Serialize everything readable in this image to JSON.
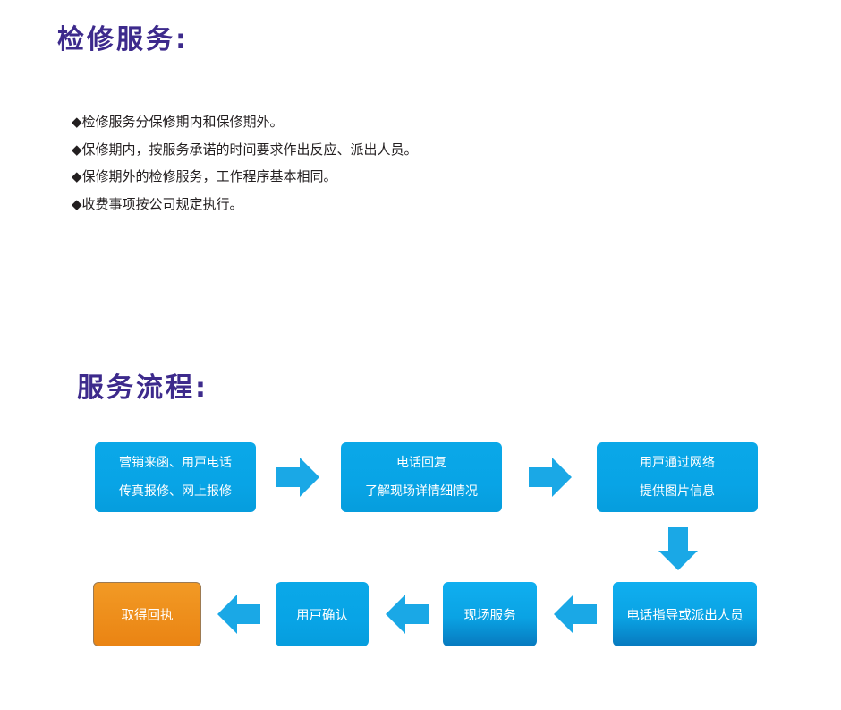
{
  "repair": {
    "title": "检修服务:",
    "bullets": [
      "◆检修服务分保修期内和保修期外。",
      "◆保修期内，按服务承诺的时间要求作出反应、派出人员。",
      "◆保修期外的检修服务，工作程序基本相同。",
      "◆收费事项按公司规定执行。"
    ]
  },
  "process": {
    "title": "服务流程:",
    "steps": [
      {
        "line1": "营销来函、用戸电话",
        "line2": "传真报修、网上报修"
      },
      {
        "line1": "电话回复",
        "line2": "了解现场详情细情况"
      },
      {
        "line1": "用戸通过网络",
        "line2": "提供图片信息"
      },
      {
        "label": "电话指导或派出人员"
      },
      {
        "label": "现场服务"
      },
      {
        "label": "用戸确认"
      },
      {
        "label": "取得回执"
      }
    ]
  },
  "colors": {
    "title": "#3d2a8c",
    "step_blue": "#08a4e6",
    "step_orange": "#ee8a1a",
    "arrow_blue": "#1aa8e6"
  }
}
